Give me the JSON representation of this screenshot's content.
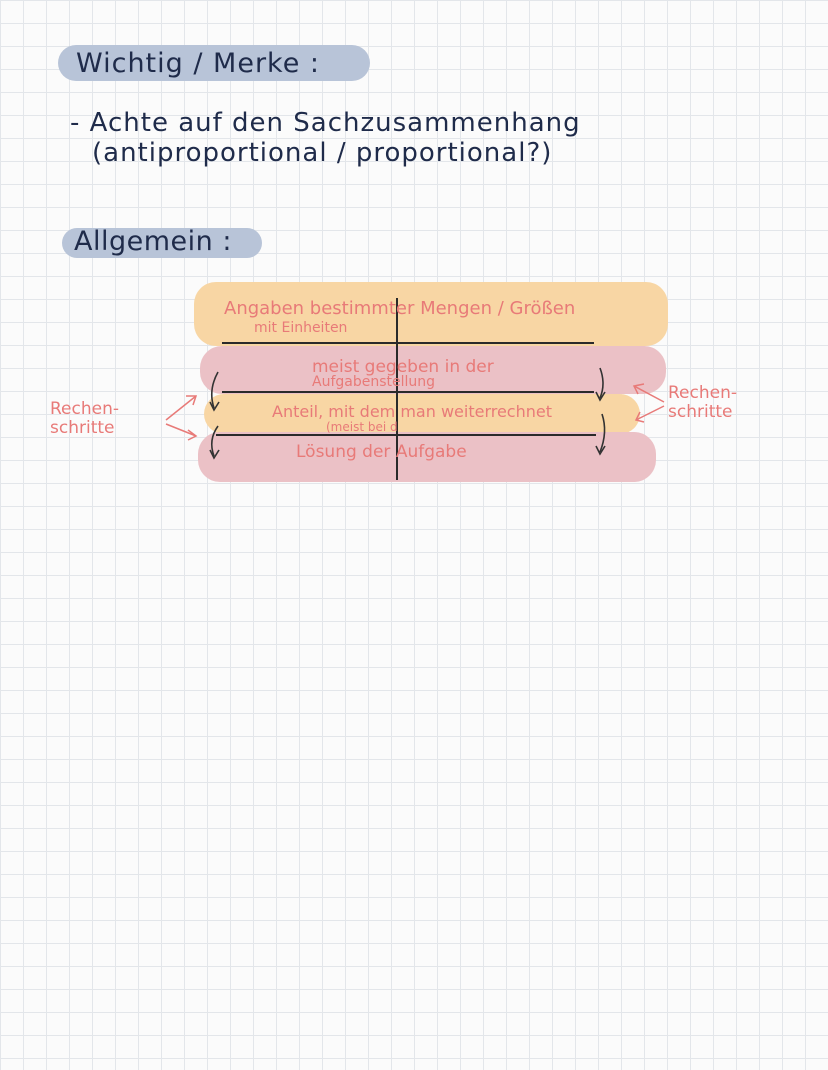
{
  "heading_important": "Wichtig / Merke :",
  "note_line_1": "- Achte auf den Sachzusammenhang",
  "note_line_2": "(antiproportional / proportional?)",
  "heading_general": "Allgemein :",
  "diagram": {
    "row1_line1": "Angaben bestimmter Mengen / Größen",
    "row1_line2": "mit Einheiten",
    "row2_line1": "meist gegeben in der",
    "row2_line2": "Aufgabenstellung",
    "row3_line1": "Anteil, mit dem man weiterrechnet",
    "row3_line2": "(meist bei d",
    "row4_line1": "Lösung der Aufgabe",
    "left_label_line1": "Rechen-",
    "left_label_line2": "schritte",
    "right_label_line1": "Rechen-",
    "right_label_line2": "schritte"
  },
  "colors": {
    "pill": "#b8c4d8",
    "ink": "#1f2b4a",
    "orange_band": "#f8d6a4",
    "red_band": "#ebc1c6",
    "red_text": "#e87a78"
  }
}
